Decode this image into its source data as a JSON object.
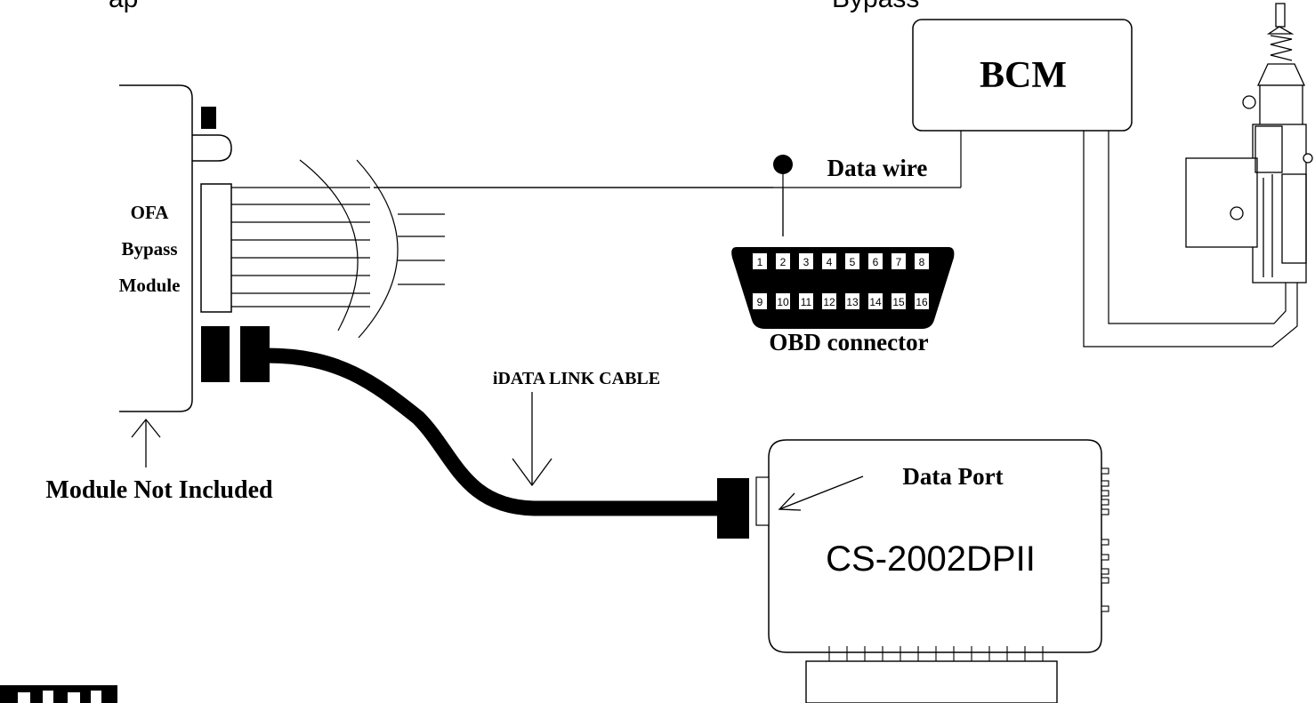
{
  "top_text": "ap",
  "top_text_right": "Bypass",
  "labels": {
    "bcm": "BCM",
    "data_wire": "Data wire",
    "module_line1": "OFA",
    "module_line2": "Bypass",
    "module_line3": "Module",
    "module_not_included": "Module Not Included",
    "obd_connector": "OBD connector",
    "idata_link_cable": "iDATA LINK CABLE",
    "data_port": "Data Port",
    "cs_unit": "CS-2002DPII"
  },
  "obd_pins_top": [
    "1",
    "2",
    "3",
    "4",
    "5",
    "6",
    "7",
    "8"
  ],
  "obd_pins_bottom": [
    "9",
    "10",
    "11",
    "12",
    "13",
    "14",
    "15",
    "16"
  ],
  "colors": {
    "ink": "#000000",
    "paper": "#ffffff"
  }
}
